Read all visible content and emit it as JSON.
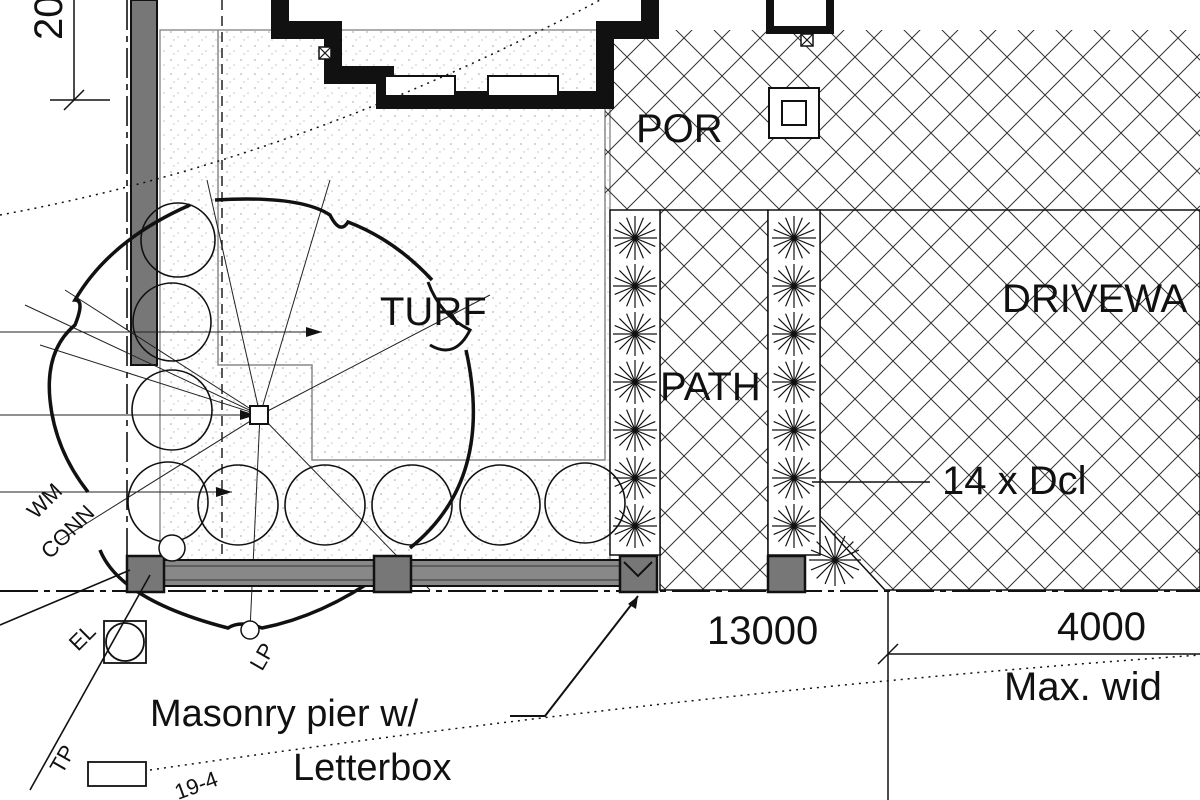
{
  "labels": {
    "porch": "POR",
    "turf": "TURF",
    "path": "PATH",
    "driveway": "DRIVEWA",
    "plant_callout": "14 x Dcl",
    "dim_left": "13000",
    "dim_right": "4000",
    "max_width": "Max. wid",
    "pier_line1": "Masonry pier w/",
    "pier_line2": "Letterbox",
    "water_conn_1": "WM",
    "water_conn_2": "CONN",
    "electric": "EL",
    "light_post": "LP",
    "telecom_pit": "TP",
    "boundary_mark": "19-4",
    "top_dim": "20"
  },
  "plant_count": 14,
  "colors": {
    "line": "#111111",
    "wall_fill": "#777777",
    "turf_dots": "#b5b5b5"
  }
}
